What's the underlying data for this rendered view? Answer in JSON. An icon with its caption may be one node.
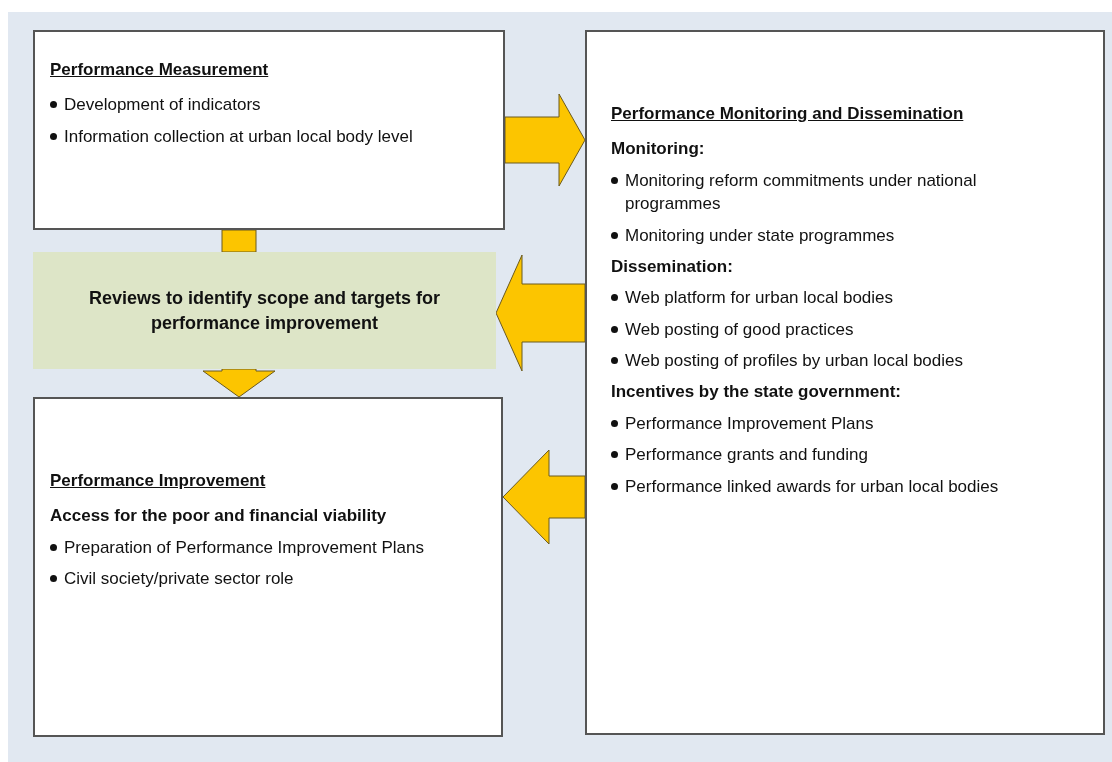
{
  "diagram": {
    "nodes": [
      {
        "text": [
          "Performance Measurement",
          "Development of indicators",
          "Information collection at urban local body level"
        ]
      },
      {
        "text": [
          "Performance Monitoring and Dissemination",
          "Monitoring:",
          "Monitoring reform commitments under national programmes",
          "Monitoring under state programmes",
          "Dissemination:",
          "Web platform for urban local bodies",
          "Web posting of good practices",
          "Web posting of profiles by urban local bodies",
          "Incentives by the state government:",
          "Performance Improvement Plans",
          "Performance grants and funding",
          "Performance linked awards for urban local bodies"
        ]
      },
      {
        "text": [
          "Reviews to identify scope and targets for performance improvement"
        ]
      },
      {
        "text": [
          "Performance Improvement",
          "Access for the poor and financial viability",
          "Preparation of Performance Improvement Plans",
          "Civil society/private sector role"
        ]
      }
    ],
    "edges": [
      {
        "from": 0,
        "to": 1,
        "arrow": "to"
      },
      {
        "from": 0,
        "to": 2,
        "arrow": "none"
      },
      {
        "from": 2,
        "to": 3,
        "arrow": "to"
      },
      {
        "from": 1,
        "to": 2,
        "arrow": "to"
      },
      {
        "from": 1,
        "to": 3,
        "arrow": "to"
      }
    ]
  }
}
